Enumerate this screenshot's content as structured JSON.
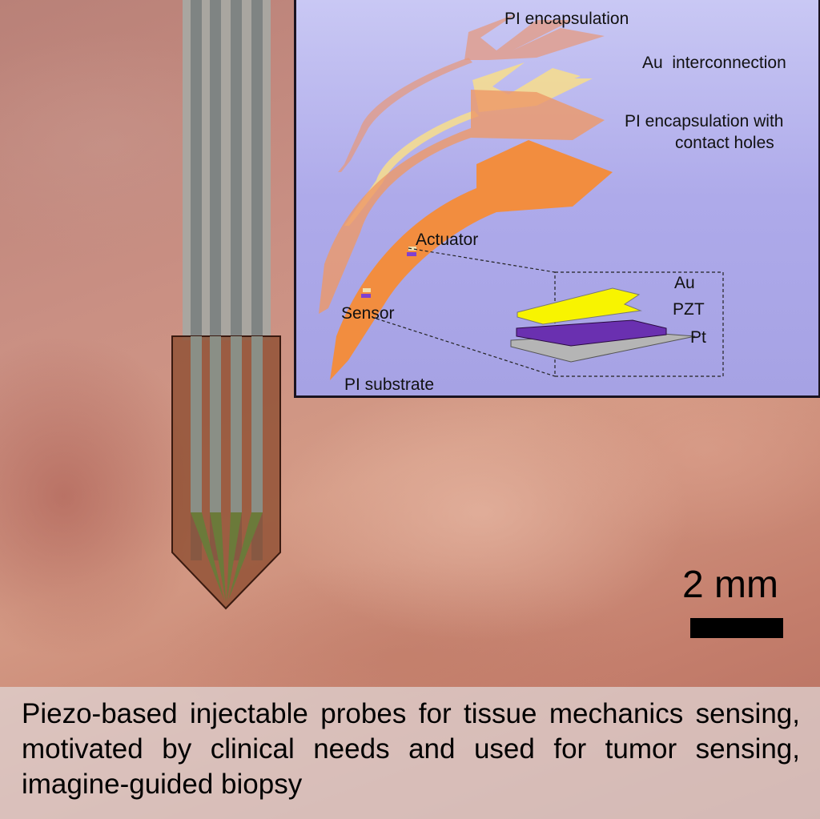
{
  "inset": {
    "labels": {
      "pi_encapsulation": "PI encapsulation",
      "au_interconnection": "Au  interconnection",
      "pi_encapsulation_holes_1": "PI encapsulation with",
      "pi_encapsulation_holes_2": "contact holes",
      "actuator": "Actuator",
      "sensor": "Sensor",
      "pi_substrate": "PI substrate",
      "au": "Au",
      "pzt": "PZT",
      "pt": "Pt"
    },
    "colors": {
      "pi": "#f2924a",
      "au": "#f5f000",
      "pzt": "#7a3fc0",
      "pt": "#b8b8b8",
      "background": "#b0ace9"
    }
  },
  "scale_bar": {
    "label": "2 mm"
  },
  "caption": "Piezo-based injectable probes for tissue mechanics sensing, motivated by clinical needs and used for tumor sensing, imagine-guided biopsy"
}
